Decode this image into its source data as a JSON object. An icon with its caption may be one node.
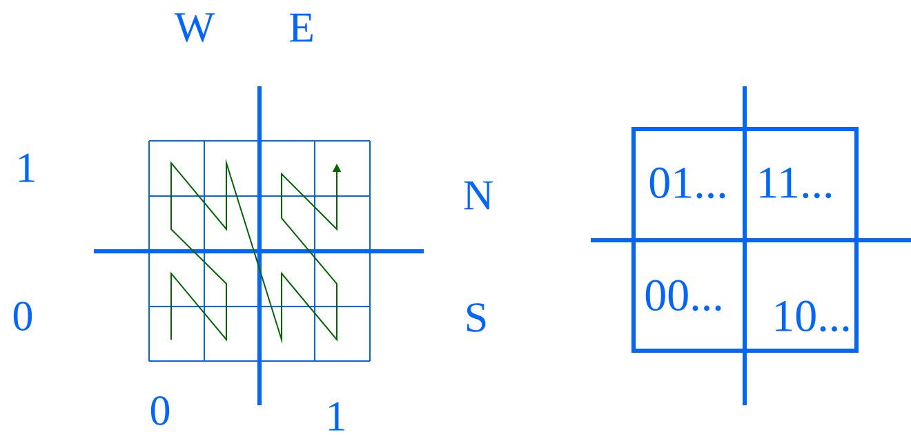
{
  "diagram": {
    "labels": [
      "W",
      "E",
      "1",
      "N",
      "01...",
      "11...",
      "0",
      "S",
      "00...",
      "10...",
      "0",
      "1"
    ]
  }
}
